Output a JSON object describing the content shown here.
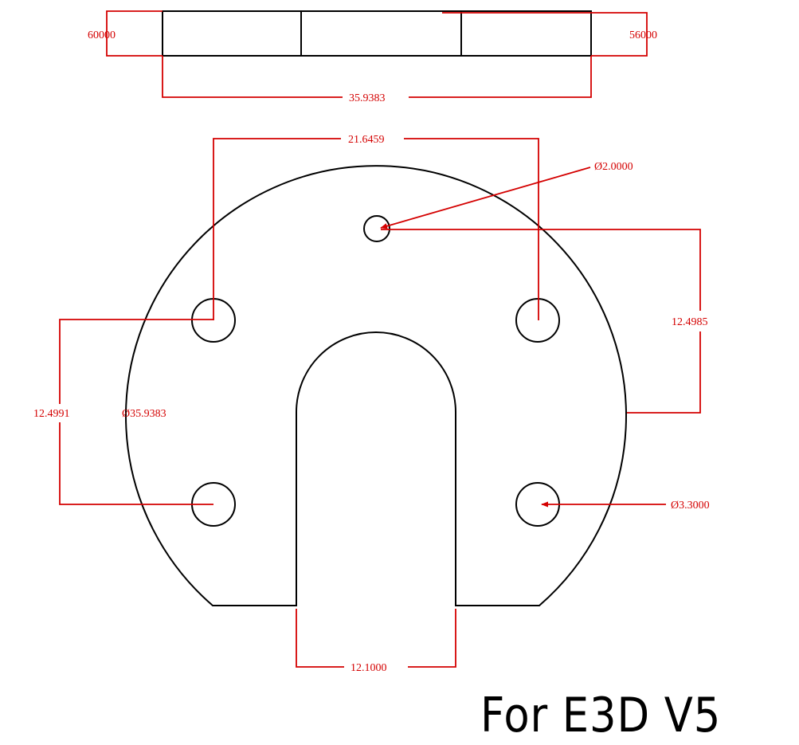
{
  "colors": {
    "outline": "#000000",
    "dimension": "#d40000",
    "background": "#ffffff"
  },
  "side_view": {
    "left_thickness": "60000",
    "right_thickness": "56000",
    "overall_width": "35.9383"
  },
  "top_view": {
    "hole_spacing_horizontal": "21.6459",
    "small_hole_diameter": "Ø2.0000",
    "small_hole_offset": "12.4985",
    "hole_spacing_vertical": "12.4991",
    "outer_diameter": "Ø35.9383",
    "mount_hole_diameter": "Ø3.3000",
    "slot_width": "12.1000"
  },
  "caption": "For E3D V5"
}
